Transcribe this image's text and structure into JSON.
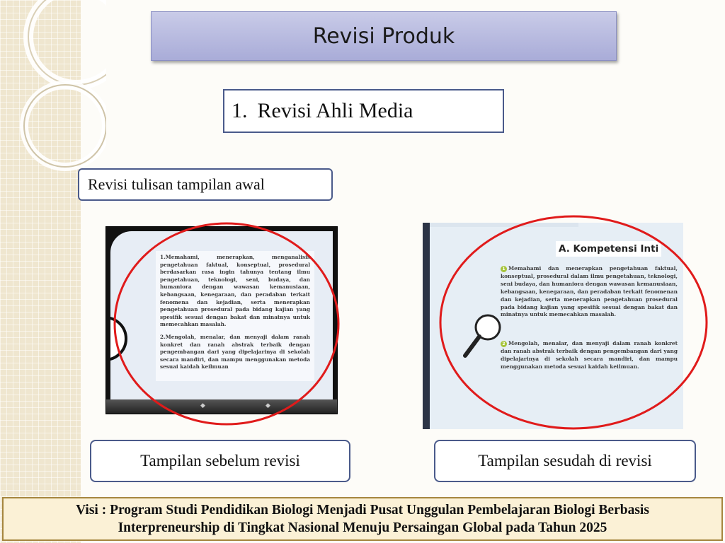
{
  "slide": {
    "title": "Revisi Produk",
    "heading": {
      "number": "1.",
      "text": "Revisi Ahli Media"
    },
    "subtitle": "Revisi tulisan tampilan awal"
  },
  "before_screenshot": {
    "paragraph_1": "1.Memahami, menerapkan, menganalisis pengetahuan faktual, konseptual, prosedural berdasarkan rasa ingin tahunya tentang ilmu pengetahuan, teknologi, seni, budaya, dan humaniora dengan wawasan kemanusiaan, kebangsaan, kenegaraan, dan peradaban terkait fenomena dan kejadian, serta menerapkan pengetahuan prosedural pada bidang kajian yang spesifik sesuai dengan bakat dan minatnya untuk memecahkan masalah.",
    "paragraph_2": "2.Mengolah, menalar, dan menyaji dalam ranah konkret dan ranah abstrak terbaik dengan pengembangan dari yang dipelajarinya di sekolah secara mandiri, dan mampu menggunakan metoda sesuai kaidah keilmuan",
    "nav_left": "◆",
    "nav_right": "◆",
    "caption": "Tampilan sebelum revisi"
  },
  "after_screenshot": {
    "title": "A. Kompetensi Inti",
    "item_1_number": "1",
    "item_1": "Memahami dan menerapkan pengetahuan faktual, konseptual, prosedural dalam ilmu pengetahuan, teknologi, seni budaya, dan humaniora dengan wawasan kemanusiaan, kebangsaan, kenegaraan, dan peradaban terkait fenomenan dan kejadian, serta menerapkan pengetahuan prosedural pada bidang kajian yang spesifik sesuai dengan bakat dan minatnya untuk memecahkan masalah.",
    "item_2_number": "2",
    "item_2": "Mengolah, menalar, dan menyaji dalam ranah konkret dan ranah abstrak terbaik dengan pengembangan dari yang dipelajarinya di sekolah secara mandiri, dan mampu menggunakan metoda sesuai kaidah keilmuan.",
    "caption": "Tampilan sesudah di revisi"
  },
  "footer": {
    "line_1": "Visi : Program Studi Pendidikan Biologi Menjadi Pusat Unggulan Pembelajaran Biologi Berbasis",
    "line_2": "Interpreneurship di Tingkat Nasional Menuju Persaingan Global pada Tahun 2025"
  },
  "colors": {
    "highlight_ellipse": "#e01b1b",
    "title_bar": "#b4b7de",
    "box_border": "#4a5a8a",
    "footer_bg": "#fbf1d6",
    "footer_border": "#a5863f"
  },
  "icons": [
    "magnifier-icon",
    "decorative-ring-icon"
  ]
}
